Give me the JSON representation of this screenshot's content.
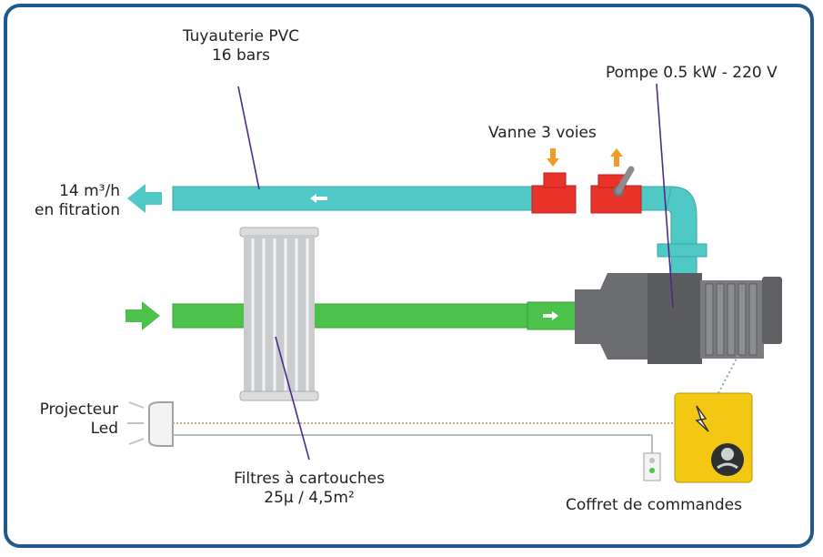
{
  "labels": {
    "pipe": [
      "Tuyauterie PVC",
      "16 bars"
    ],
    "pump": "Pompe 0.5 kW - 220 V",
    "valve": "Vanne 3 voies",
    "flow": [
      "14 m³/h",
      "en fitration"
    ],
    "projector": [
      "Projecteur",
      "Led"
    ],
    "filter": [
      "Filtres à cartouches",
      "25µ / 4,5m²"
    ],
    "control_box": "Coffret de commandes"
  },
  "colors": {
    "frame": "#1f5a8a",
    "return_pipe": "#4fc8c6",
    "intake_pipe": "#4cc24a",
    "valve": "#e8332a",
    "arrow_orange": "#f09a2a",
    "pump_body": "#5e6063",
    "filter": "#c9cbcd",
    "control_box": "#f2c812",
    "leader_line": "#4b2a8c"
  }
}
